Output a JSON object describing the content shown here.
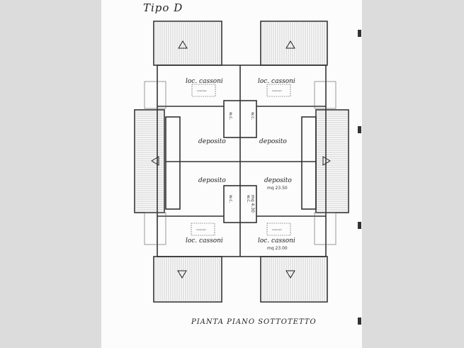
{
  "title": "Tipo D",
  "footer": "PIANTA PIANO SOTTOTETTO",
  "rooms": {
    "loc_cassoni": "loc. cassoni",
    "deposito": "deposito",
    "wc": "w.c.",
    "deposito_area": "mq 23.50",
    "wc_area": "mq 4.30",
    "cassoni_area": "mq 23.00",
    "skylight": "lucernaio"
  }
}
